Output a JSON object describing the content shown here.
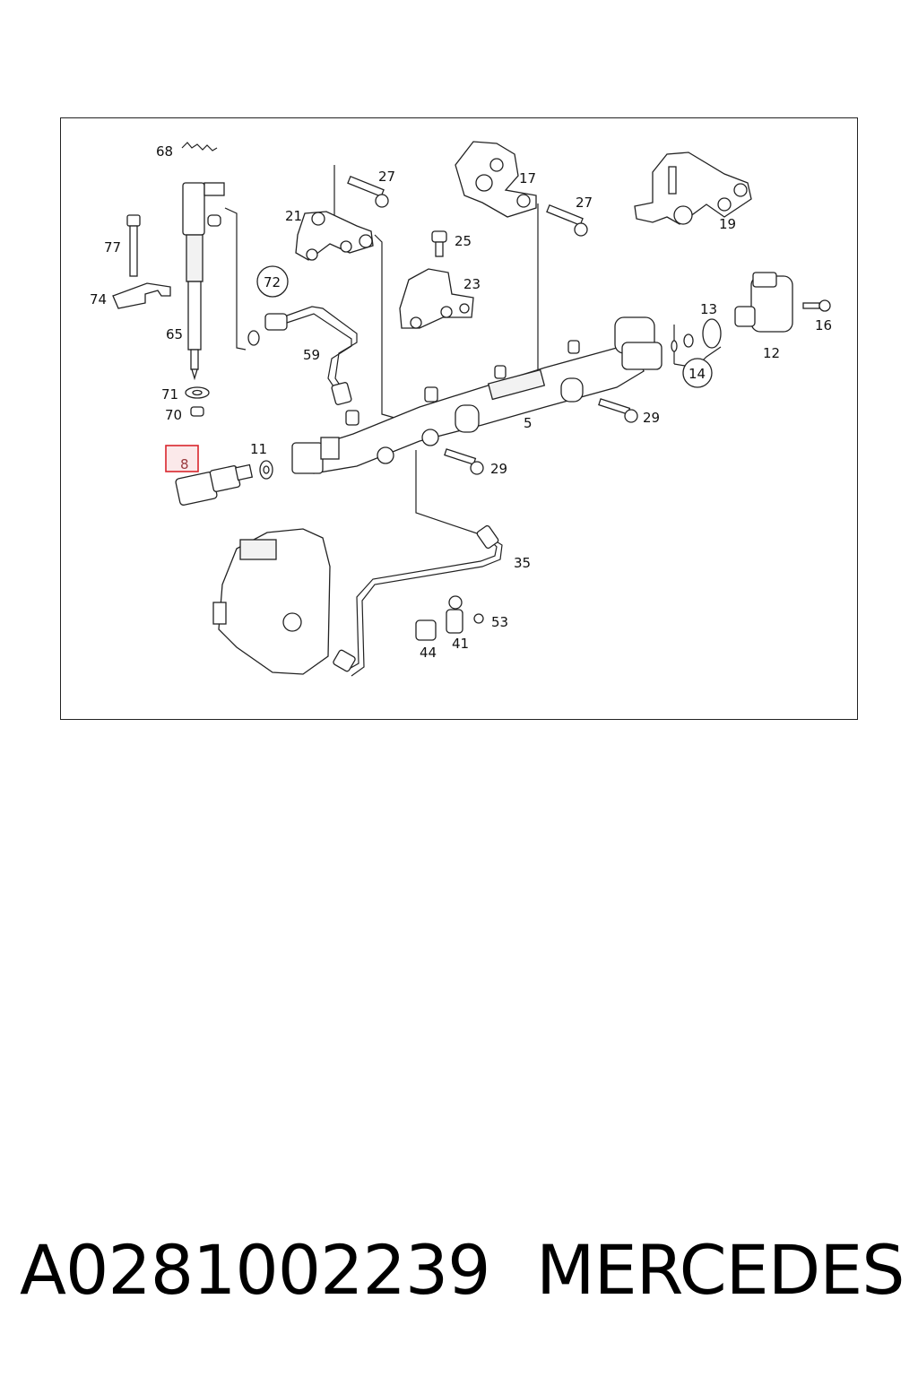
{
  "diagram": {
    "callouts": {
      "c68": "68",
      "c27a": "27",
      "c17": "17",
      "c27b": "27",
      "c21": "21",
      "c25": "25",
      "c19": "19",
      "c77": "77",
      "c72": "72",
      "c23": "23",
      "c74": "74",
      "c13": "13",
      "c16": "16",
      "c65": "65",
      "c59": "59",
      "c12": "12",
      "c14": "14",
      "c71": "71",
      "c70": "70",
      "c5": "5",
      "c29a": "29",
      "c11": "11",
      "c8": "8",
      "c29b": "29",
      "c35": "35",
      "c53": "53",
      "c41": "41",
      "c44": "44"
    },
    "highlighted_callout": "8",
    "highlight_color": "#d9262c"
  },
  "footer": {
    "part_number": "A0281002239",
    "brand": "MERCEDES"
  }
}
